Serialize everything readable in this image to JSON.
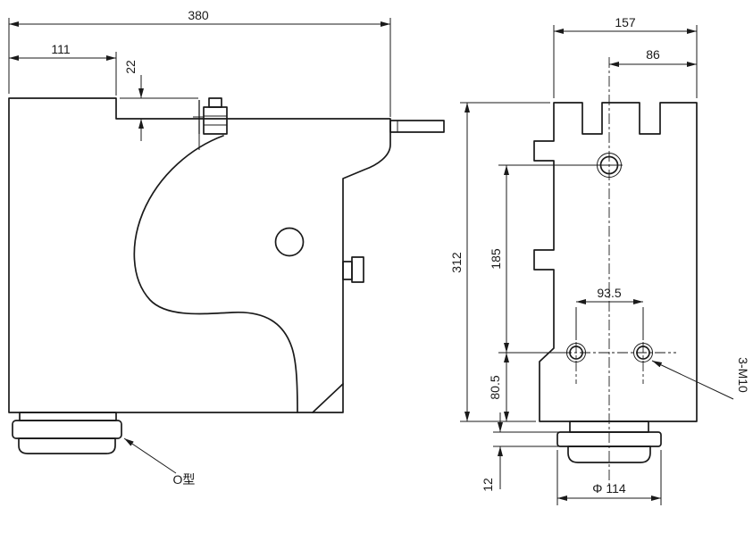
{
  "colors": {
    "line": "#1a1a1a",
    "background": "#ffffff"
  },
  "side_view": {
    "dim_total_width": "380",
    "dim_left_width": "111",
    "dim_top_step": "22",
    "label_base_type": "O型"
  },
  "front_view": {
    "dim_total_width": "157",
    "dim_center_to_edge": "86",
    "dim_total_height": "312",
    "dim_hole_to_hole_height": "185",
    "dim_hole_spacing": "93.5",
    "dim_holes_to_bottom": "80.5",
    "dim_base_flange_height": "12",
    "dim_base_diameter": "Φ 114",
    "label_thread_holes": "3-M10"
  }
}
